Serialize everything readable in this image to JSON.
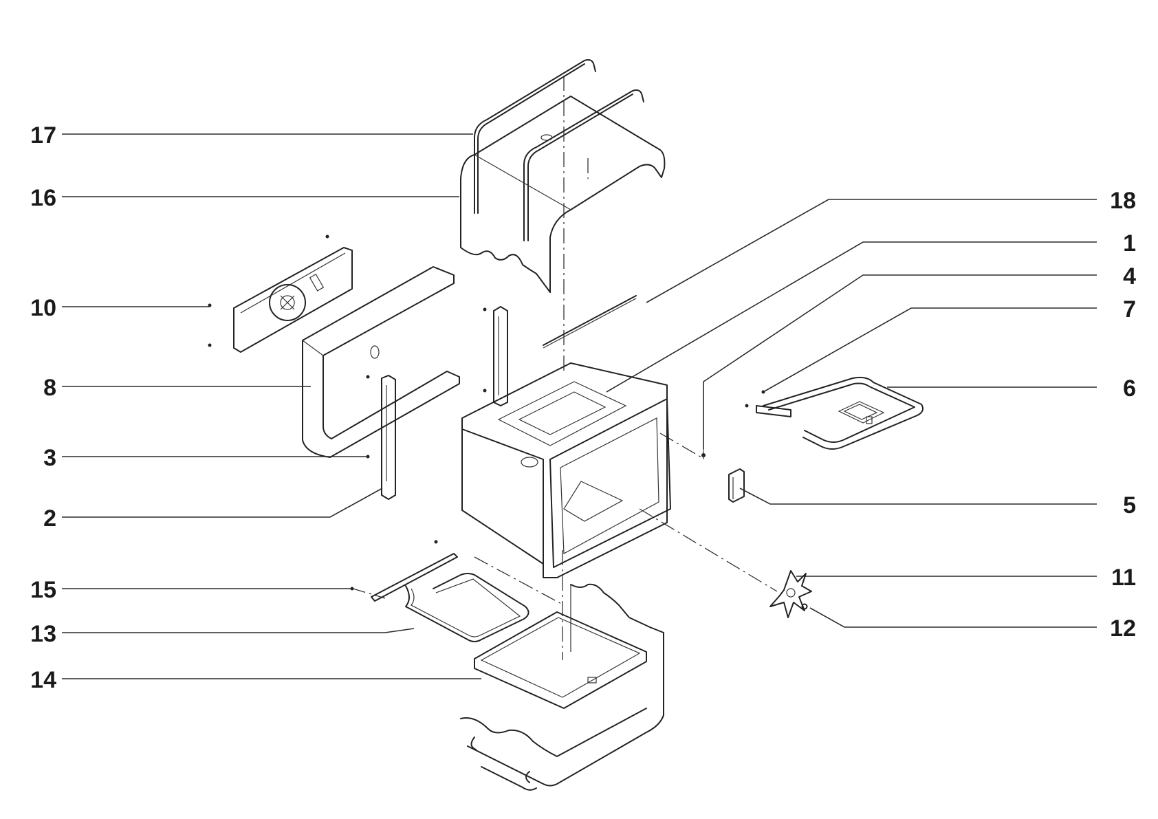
{
  "diagram": {
    "callouts": {
      "left": [
        {
          "id": "17",
          "label": "17"
        },
        {
          "id": "16",
          "label": "16"
        },
        {
          "id": "10",
          "label": "10"
        },
        {
          "id": "8",
          "label": "8"
        },
        {
          "id": "3",
          "label": "3"
        },
        {
          "id": "2",
          "label": "2"
        },
        {
          "id": "15",
          "label": "15"
        },
        {
          "id": "13",
          "label": "13"
        },
        {
          "id": "14",
          "label": "14"
        }
      ],
      "right": [
        {
          "id": "18",
          "label": "18"
        },
        {
          "id": "1",
          "label": "1"
        },
        {
          "id": "4",
          "label": "4"
        },
        {
          "id": "7",
          "label": "7"
        },
        {
          "id": "6",
          "label": "6"
        },
        {
          "id": "5",
          "label": "5"
        },
        {
          "id": "11",
          "label": "11"
        },
        {
          "id": "12",
          "label": "12"
        }
      ]
    }
  }
}
